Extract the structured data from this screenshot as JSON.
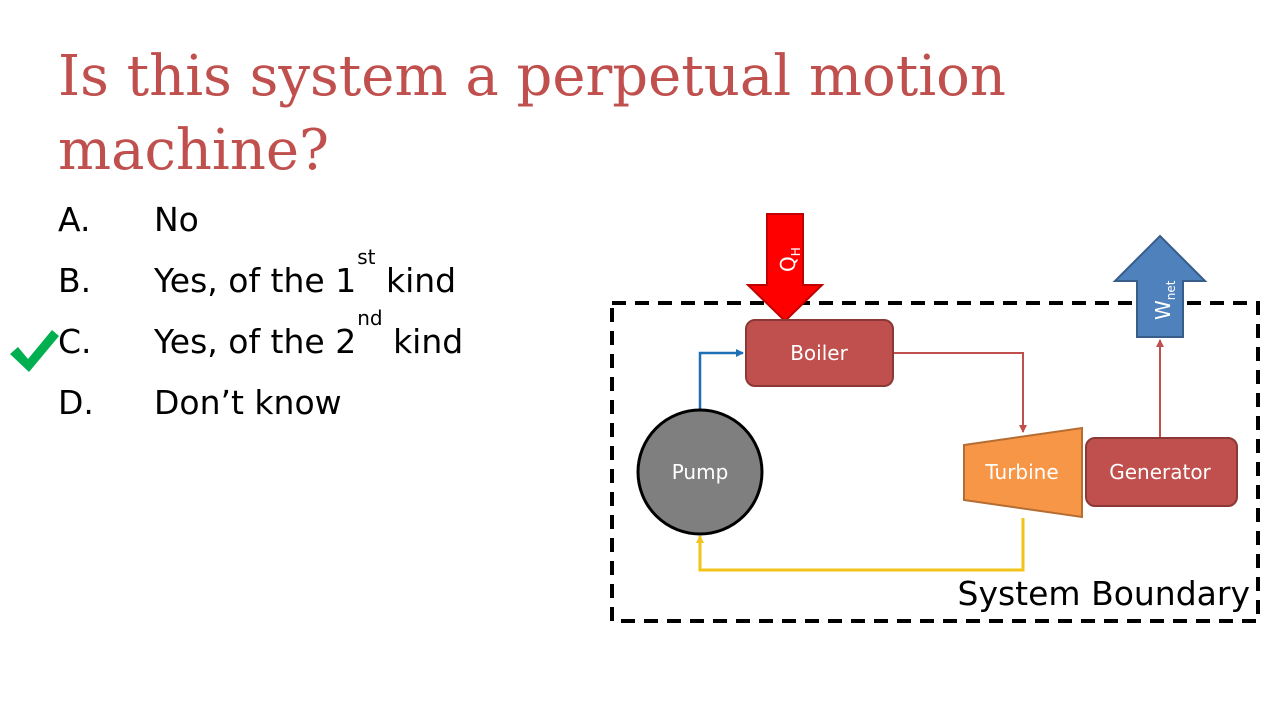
{
  "title": "Is this system a perpetual motion machine?",
  "options": [
    {
      "letter": "A.",
      "text": "No",
      "sup": "",
      "suffix": "",
      "correct": false
    },
    {
      "letter": "B.",
      "text": "Yes, of the 1",
      "sup": "st",
      "suffix": " kind",
      "correct": false
    },
    {
      "letter": "C.",
      "text": "Yes, of the 2",
      "sup": "nd",
      "suffix": " kind",
      "correct": true
    },
    {
      "letter": "D.",
      "text": "Don’t know",
      "sup": "",
      "suffix": "",
      "correct": false
    }
  ],
  "check_icon": "checkmark-icon",
  "diagram": {
    "boiler": "Boiler",
    "pump": "Pump",
    "turbine": "Turbine",
    "generator": "Generator",
    "heat_in": {
      "main": "Q",
      "sub": "H"
    },
    "work_out": {
      "main": "W",
      "sub": "net"
    },
    "boundary": "System Boundary"
  },
  "colors": {
    "title": "#c0504d",
    "boiler": "#c0504d",
    "generator": "#c0504d",
    "turbine": "#f79646",
    "pump": "#7f7f7f",
    "heat_arrow": "#ff0000",
    "work_arrow": "#4f81bd",
    "check": "#00b050",
    "pipe_boiler_turbine": "#c0504d",
    "pipe_turbine_pump": "#f2c318",
    "pipe_pump_boiler": "#1f6fb5"
  }
}
